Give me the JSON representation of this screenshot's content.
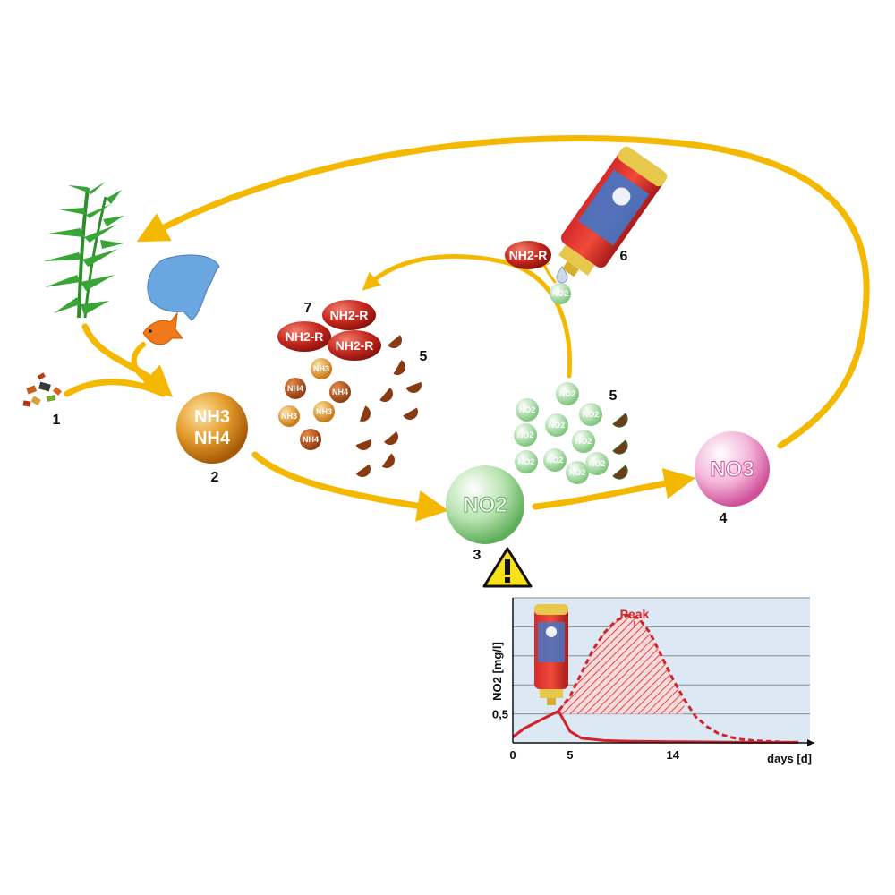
{
  "steps": {
    "s1": "1",
    "s2": "2",
    "s3": "3",
    "s4": "4",
    "s5a": "5",
    "s5b": "5",
    "s6": "6",
    "s7": "7"
  },
  "compounds": {
    "nh3": "NH3",
    "nh4": "NH4",
    "no2": "NO2",
    "no3": "NO3",
    "nh2r": "NH2-R",
    "small_nh3": "NH3",
    "small_nh4": "NH4",
    "small_no2": "NO2"
  },
  "colors": {
    "arrow": "#f5b800",
    "ammonia": "#d07a10",
    "nitrite": "#7cc67a",
    "nitrate": "#e879b8",
    "organic": "#c7281e",
    "bacteria": "#8a3a10",
    "chart_line": "#d2232a",
    "grid_bg": "#dce9f4"
  },
  "icons": {
    "plant": "plant-icon",
    "fish_large": "fish-icon",
    "fish_small": "fish-icon",
    "food": "fish-food-icon",
    "bottle": "bottle-icon",
    "warning": "warning-icon"
  },
  "chart_data": {
    "type": "line",
    "ylabel": "NO2 [mg/l]",
    "xlabel": "days [d]",
    "annotation": "Peak",
    "x_ticks": [
      "0",
      "5",
      "14"
    ],
    "y_ticks": [
      "0,5"
    ],
    "xlim": [
      0,
      26
    ],
    "ylim": [
      0,
      2.5
    ],
    "series": [
      {
        "style": "dashed",
        "x": [
          0,
          1,
          2,
          3,
          4,
          5,
          6,
          7,
          8,
          9,
          10,
          11,
          12,
          13,
          14,
          15,
          16,
          17,
          18,
          19,
          20,
          21,
          22,
          23,
          24,
          25
        ],
        "y": [
          0.1,
          0.25,
          0.35,
          0.45,
          0.55,
          0.8,
          1.2,
          1.6,
          1.9,
          2.1,
          2.2,
          2.15,
          1.9,
          1.5,
          1.1,
          0.75,
          0.45,
          0.28,
          0.16,
          0.1,
          0.06,
          0.04,
          0.03,
          0.02,
          0.01,
          0.01
        ]
      },
      {
        "style": "solid",
        "x": [
          0,
          1,
          2,
          3,
          4,
          5,
          6,
          8,
          10,
          14,
          20,
          25
        ],
        "y": [
          0.1,
          0.25,
          0.35,
          0.45,
          0.55,
          0.2,
          0.08,
          0.04,
          0.03,
          0.02,
          0.01,
          0.01
        ]
      }
    ]
  }
}
